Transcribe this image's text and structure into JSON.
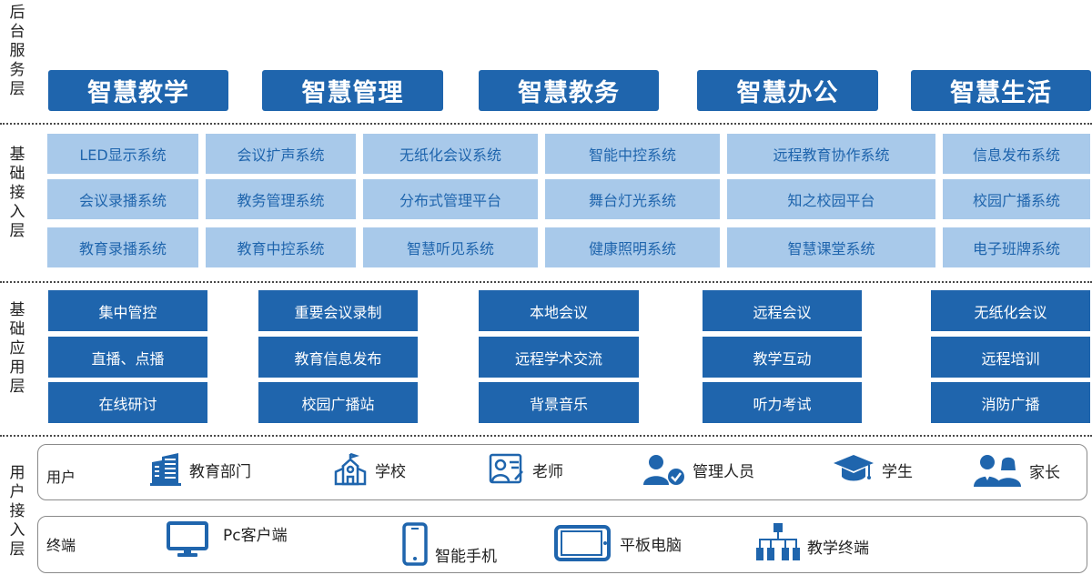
{
  "layers": {
    "service": "后台服务层",
    "access": "基础接入层",
    "application": "基础应用层",
    "user": "用户接入层"
  },
  "service_modules": [
    "智慧教学",
    "智慧管理",
    "智慧教务",
    "智慧办公",
    "智慧生活"
  ],
  "access_systems": [
    [
      "LED显示系统",
      "会议扩声系统",
      "无纸化会议系统",
      "智能中控系统",
      "远程教育协作系统",
      "信息发布系统"
    ],
    [
      "会议录播系统",
      "教务管理系统",
      "分布式管理平台",
      "舞台灯光系统",
      "知之校园平台",
      "校园广播系统"
    ],
    [
      "教育录播系统",
      "教育中控系统",
      "智慧听见系统",
      "健康照明系统",
      "智慧课堂系统",
      "电子班牌系统"
    ]
  ],
  "applications": [
    [
      "集中管控",
      "重要会议录制",
      "本地会议",
      "远程会议",
      "无纸化会议"
    ],
    [
      "直播、点播",
      "教育信息发布",
      "远程学术交流",
      "教学互动",
      "远程培训"
    ],
    [
      "在线研讨",
      "校园广播站",
      "背景音乐",
      "听力考试",
      "消防广播"
    ]
  ],
  "users": {
    "title": "用户",
    "items": [
      {
        "label": "教育部门",
        "icon": "building-icon"
      },
      {
        "label": "学校",
        "icon": "school-icon"
      },
      {
        "label": "老师",
        "icon": "teacher-icon"
      },
      {
        "label": "管理人员",
        "icon": "admin-icon"
      },
      {
        "label": "学生",
        "icon": "graduation-cap-icon"
      },
      {
        "label": "家长",
        "icon": "parents-icon"
      }
    ]
  },
  "terminals": {
    "title": "终端",
    "items": [
      {
        "label": "Pc客户端",
        "icon": "monitor-icon"
      },
      {
        "label": "智能手机",
        "icon": "phone-icon"
      },
      {
        "label": "平板电脑",
        "icon": "tablet-icon"
      },
      {
        "label": "教学终端",
        "icon": "network-icon"
      }
    ]
  },
  "colors": {
    "primary": "#1f65ad",
    "light": "#a8c9ea"
  }
}
